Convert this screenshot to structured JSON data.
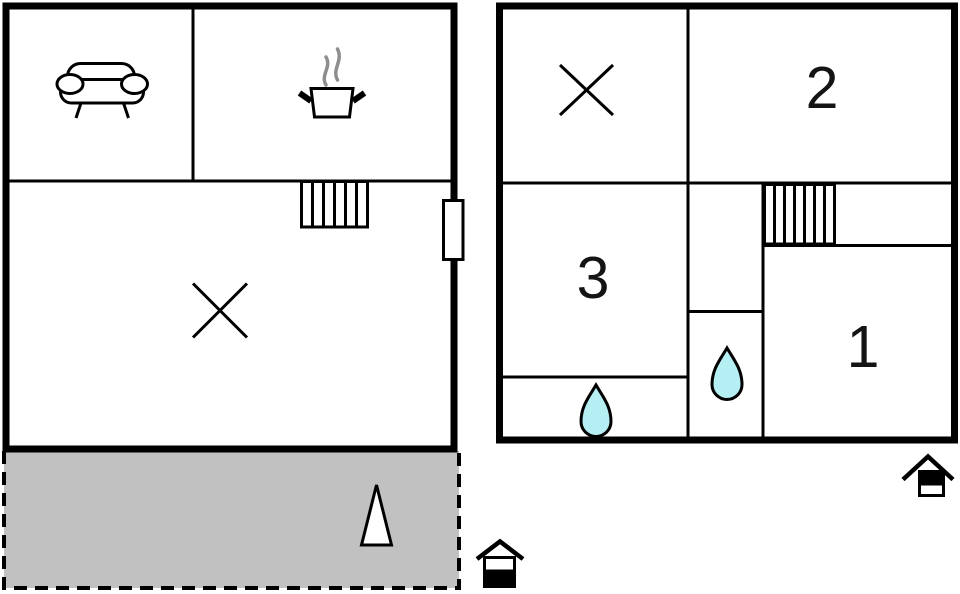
{
  "floorplan": {
    "upper_floor": {
      "room1_label": "1",
      "room2_label": "2",
      "room3_label": "3"
    },
    "colors": {
      "wall": "#000000",
      "background": "#ffffff",
      "terrace_fill": "#c1c1c1",
      "water_drop_fill": "#b5eff3",
      "steam": "#8e8e8e"
    },
    "icons": {
      "sofa": "sofa-icon",
      "cooking_pot": "cooking-pot-icon",
      "stairs": "stairs-icon",
      "door": "door-icon",
      "x_mark": "x-mark-icon",
      "water_drop": "water-drop-icon",
      "tree": "tree-icon",
      "ground_level_indicator": "house-level-ground-icon",
      "upper_level_indicator": "house-level-upper-icon"
    }
  }
}
